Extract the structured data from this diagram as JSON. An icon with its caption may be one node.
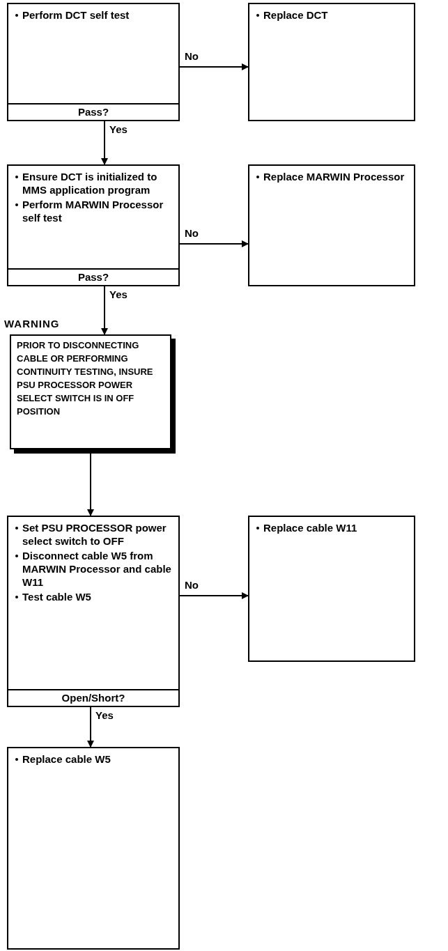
{
  "diagram": {
    "nodes": [
      {
        "text": [
          "Perform DCT self test",
          "Pass?"
        ]
      },
      {
        "text": [
          "Replace DCT"
        ]
      },
      {
        "text": [
          "Ensure DCT is initialized to MMS application program",
          "Perform MARWIN Processor self test",
          "Pass?"
        ]
      },
      {
        "text": [
          "Replace MARWIN Processor"
        ]
      },
      {
        "text": [
          "WARNING",
          "PRIOR TO DISCONNECTING CABLE OR PERFORMING CONTINUITY TESTING, INSURE PSU PROCESSOR POWER SELECT SWITCH IS IN OFF POSITION"
        ]
      },
      {
        "text": [
          "Set PSU PROCESSOR power select switch to OFF",
          "Disconnect cable W5 from MARWIN Processor and cable W11",
          "Test cable W5",
          "Open/Short?"
        ]
      },
      {
        "text": [
          "Replace cable W11"
        ]
      },
      {
        "text": [
          "Replace cable W5"
        ]
      }
    ],
    "edges": [
      {
        "from": 0,
        "to": 1,
        "arrow": "to",
        "label": "No"
      },
      {
        "from": 0,
        "to": 2,
        "arrow": "to",
        "label": "Yes"
      },
      {
        "from": 2,
        "to": 3,
        "arrow": "to",
        "label": "No"
      },
      {
        "from": 2,
        "to": 4,
        "arrow": "to",
        "label": "Yes"
      },
      {
        "from": 4,
        "to": 5,
        "arrow": "to"
      },
      {
        "from": 5,
        "to": 6,
        "arrow": "to",
        "label": "No"
      },
      {
        "from": 5,
        "to": 7,
        "arrow": "to",
        "label": "Yes"
      }
    ]
  }
}
